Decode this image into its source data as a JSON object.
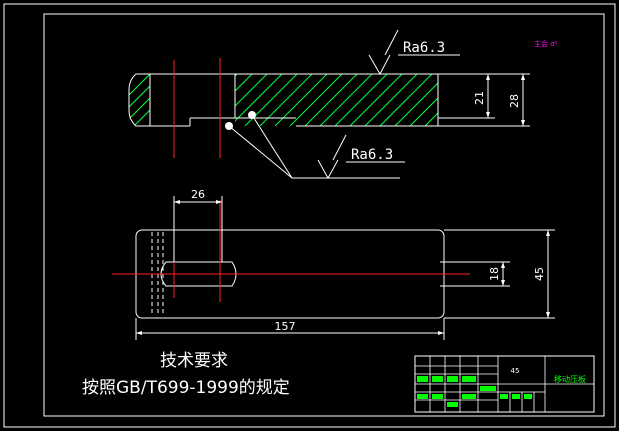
{
  "drawing": {
    "roughness_top": "Ra6.3",
    "roughness_bottom": "Ra6.3",
    "corner_note": "主会 σ²",
    "dims": {
      "top_inner_height": "21",
      "top_outer_height": "28",
      "bottom_width_partial": "26",
      "bottom_slot": "18",
      "bottom_height": "45",
      "bottom_length": "157"
    },
    "notes": {
      "title": "技术要求",
      "line1": "按照GB/T699-1999的规定"
    },
    "title_block": {
      "scale": "45",
      "part_name": "移动压板"
    },
    "colors": {
      "background": "#000000",
      "outline": "#ffffff",
      "centerline": "#ff2020",
      "hatch": "#00ff40",
      "frame": "#ffffff",
      "titleblock": "#00ff00",
      "magenta": "#ff00ff"
    }
  }
}
